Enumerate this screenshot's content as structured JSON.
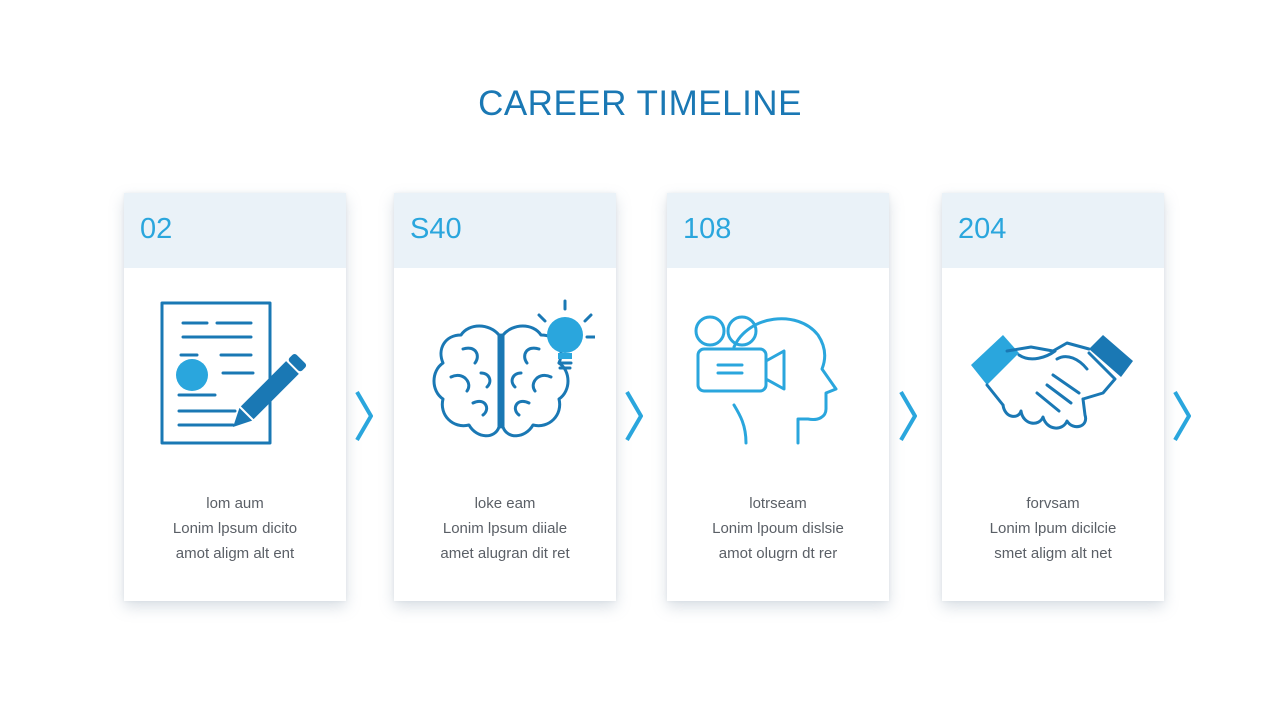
{
  "title": "CAREER TIMELINE",
  "colors": {
    "title": "#1a78b4",
    "accent": "#2aa6dd",
    "header_bg": "#eaf2f8",
    "text": "#5a5f66"
  },
  "cards": [
    {
      "number": "02",
      "icon": "document-pen-icon",
      "lines": [
        "lom aum",
        "Lonim lpsum dicito",
        "amot aligm alt ent"
      ]
    },
    {
      "number": "S40",
      "icon": "brain-lightbulb-icon",
      "lines": [
        "loke eam",
        "Lonim lpsum diiale",
        "amet alugran dit ret"
      ]
    },
    {
      "number": "108",
      "icon": "head-camera-icon",
      "lines": [
        "lotrseam",
        "Lonim lpoum dislsie",
        "amot olugrn dt rer"
      ]
    },
    {
      "number": "204",
      "icon": "handshake-icon",
      "lines": [
        "forvsam",
        "Lonim lpum dicilcie",
        "smet aligm alt net"
      ]
    }
  ]
}
